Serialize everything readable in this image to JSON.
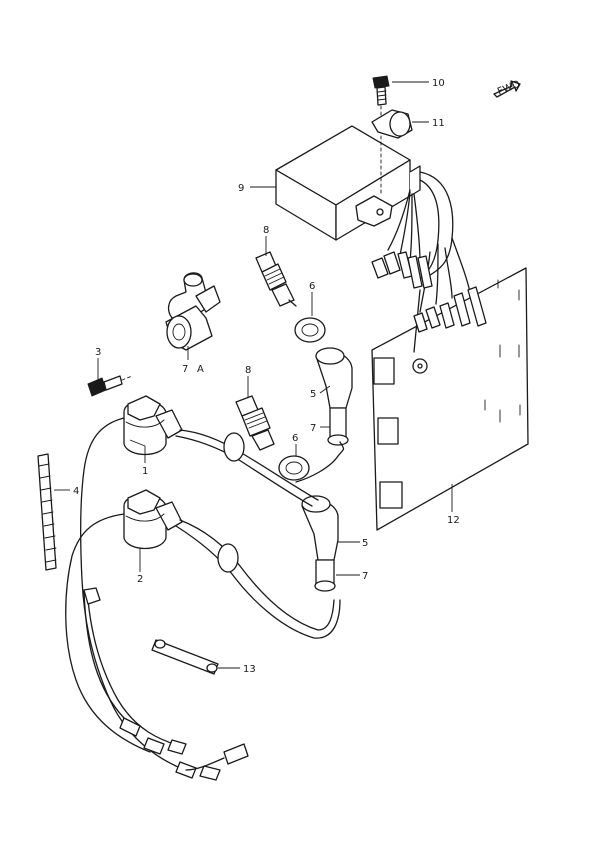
{
  "direction_badge": "FWD",
  "callouts": {
    "p1": "1",
    "p2": "2",
    "p3": "3",
    "p4": "4",
    "p5a": "5",
    "p5b": "5",
    "p6a": "6",
    "p6b": "6",
    "p7a": "7",
    "p7a_suffix": "A",
    "p7b": "7",
    "p7c": "7",
    "p8a": "8",
    "p8b": "8",
    "p9": "9",
    "p10": "10",
    "p11": "11",
    "p12": "12",
    "p13": "13"
  }
}
